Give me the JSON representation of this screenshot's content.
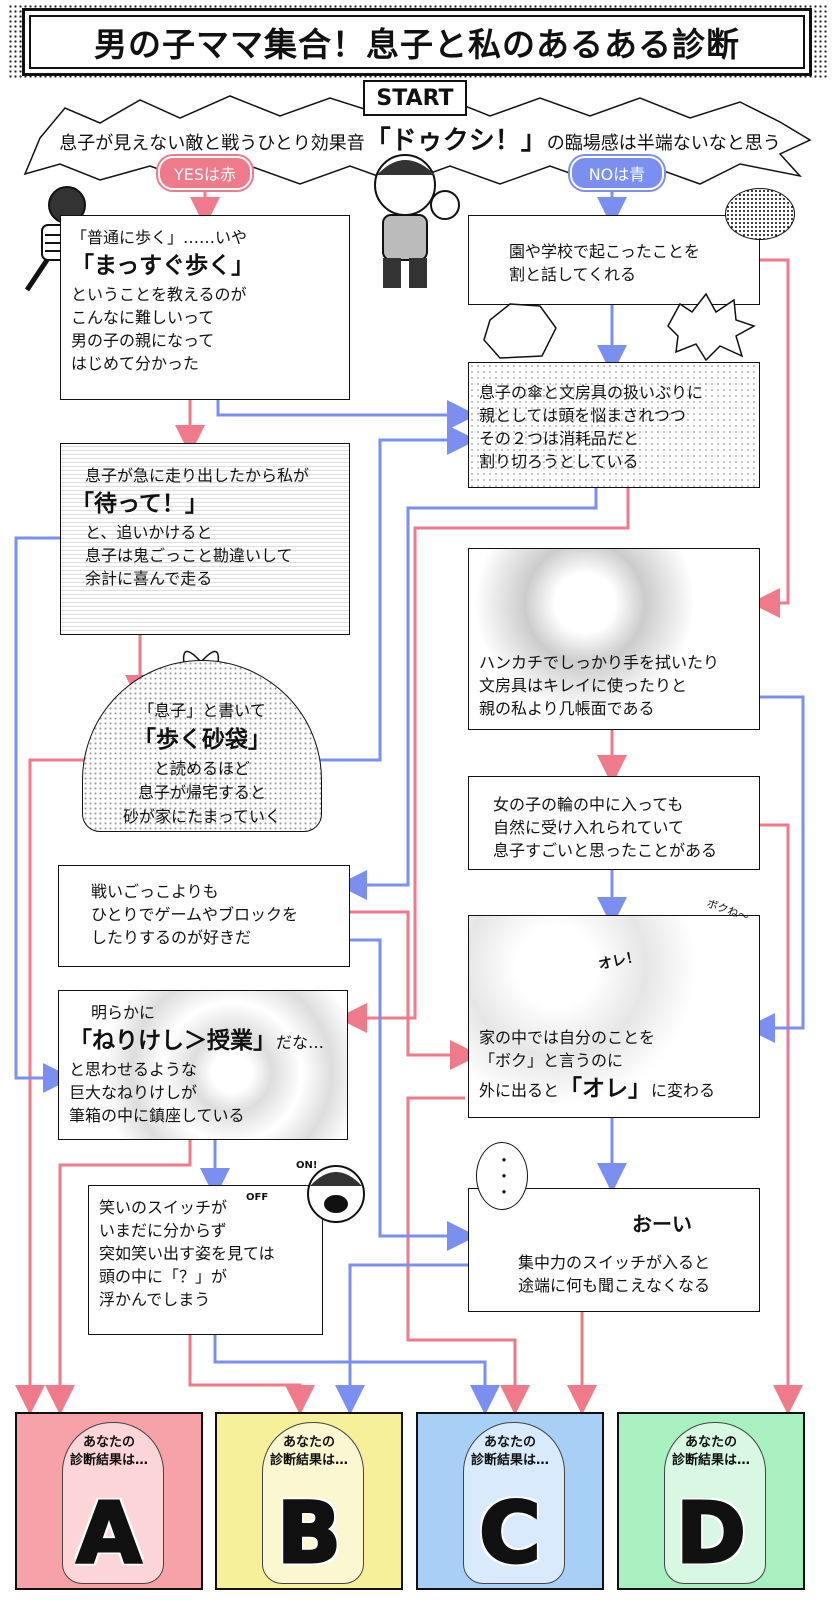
{
  "title": "男の子ママ集合！息子と私のあるある診断",
  "start": "START",
  "q0": {
    "pre": "息子が見えない敵と戦うひとり効果音",
    "big": "「ドゥクシ！」",
    "post": "の臨場感は半端ないなと思う"
  },
  "yes_label": "YESは赤",
  "no_label": "NOは青",
  "colors": {
    "yes": "#ee7a8a",
    "no": "#7b8ff0",
    "A": "#f6a2a8",
    "B": "#f6f09a",
    "C": "#a8d0f7",
    "D": "#a8f0c0"
  },
  "q1": {
    "l1": "「普通に歩く」……いや",
    "big": "「まっすぐ歩く」",
    "l2": "ということを教えるのが",
    "l3": "こんなに難しいって",
    "l4": "男の子の親になって",
    "l5": "はじめて分かった"
  },
  "q2": {
    "l1": "園や学校で起こったことを",
    "l2": "割と話してくれる"
  },
  "q3": {
    "l1": "息子の傘と文房具の扱いぶりに",
    "l2": "親としては頭を悩まされつつ",
    "l3": "その２つは消耗品だと",
    "l4": "割り切ろうとしている"
  },
  "q4": {
    "l1": "息子が急に走り出したから私が",
    "big": "「待って！」",
    "l2": "と、追いかけると",
    "l3": "息子は鬼ごっこと勘違いして",
    "l4": "余計に喜んで走る"
  },
  "q5": {
    "l1": "ハンカチでしっかり手を拭いたり",
    "l2": "文房具はキレイに使ったりと",
    "l3": "親の私より几帳面である"
  },
  "q6": {
    "l1": "「息子」と書いて",
    "big": "「歩く砂袋」",
    "l2": "と読めるほど",
    "l3": "息子が帰宅すると",
    "l4": "砂が家にたまっていく"
  },
  "q7": {
    "l1": "女の子の輪の中に入っても",
    "l2": "自然に受け入れられていて",
    "l3": "息子すごいと思ったことがある"
  },
  "q8": {
    "l1": "戦いごっこよりも",
    "l2": "ひとりでゲームやブロックを",
    "l3": "したりするのが好きだ"
  },
  "q9": {
    "l1": "家の中では自分のことを",
    "l2": "「ボク」と言うのに",
    "l3pre": "外に出ると",
    "big": "「オレ」",
    "l3post": "に変わる",
    "sfx1": "オレ！",
    "sfx2": "ボクね〜"
  },
  "q10": {
    "l1": "明らかに",
    "big": "「ねりけし＞授業」",
    "tail": "だな…",
    "l2": "と思わせるような",
    "l3": "巨大なねりけしが",
    "l4": "筆箱の中に鎮座している"
  },
  "q11": {
    "l1": "笑いのスイッチが",
    "l2": "いまだに分からず",
    "l3": "突如笑い出す姿を見ては",
    "l4": "頭の中に「？」が",
    "l5": "浮かんでしまう",
    "sfx_off": "OFF",
    "sfx_on": "ON!"
  },
  "q12": {
    "l1": "集中力のスイッチが入ると",
    "l2": "途端に何も聞こえなくなる",
    "sfx": "おーい",
    "dots": "・・・"
  },
  "results": [
    {
      "text1": "あなたの",
      "text2": "診断結果は…",
      "letter": "A"
    },
    {
      "text1": "あなたの",
      "text2": "診断結果は…",
      "letter": "B"
    },
    {
      "text1": "あなたの",
      "text2": "診断結果は…",
      "letter": "C"
    },
    {
      "text1": "あなたの",
      "text2": "診断結果は…",
      "letter": "D"
    }
  ]
}
